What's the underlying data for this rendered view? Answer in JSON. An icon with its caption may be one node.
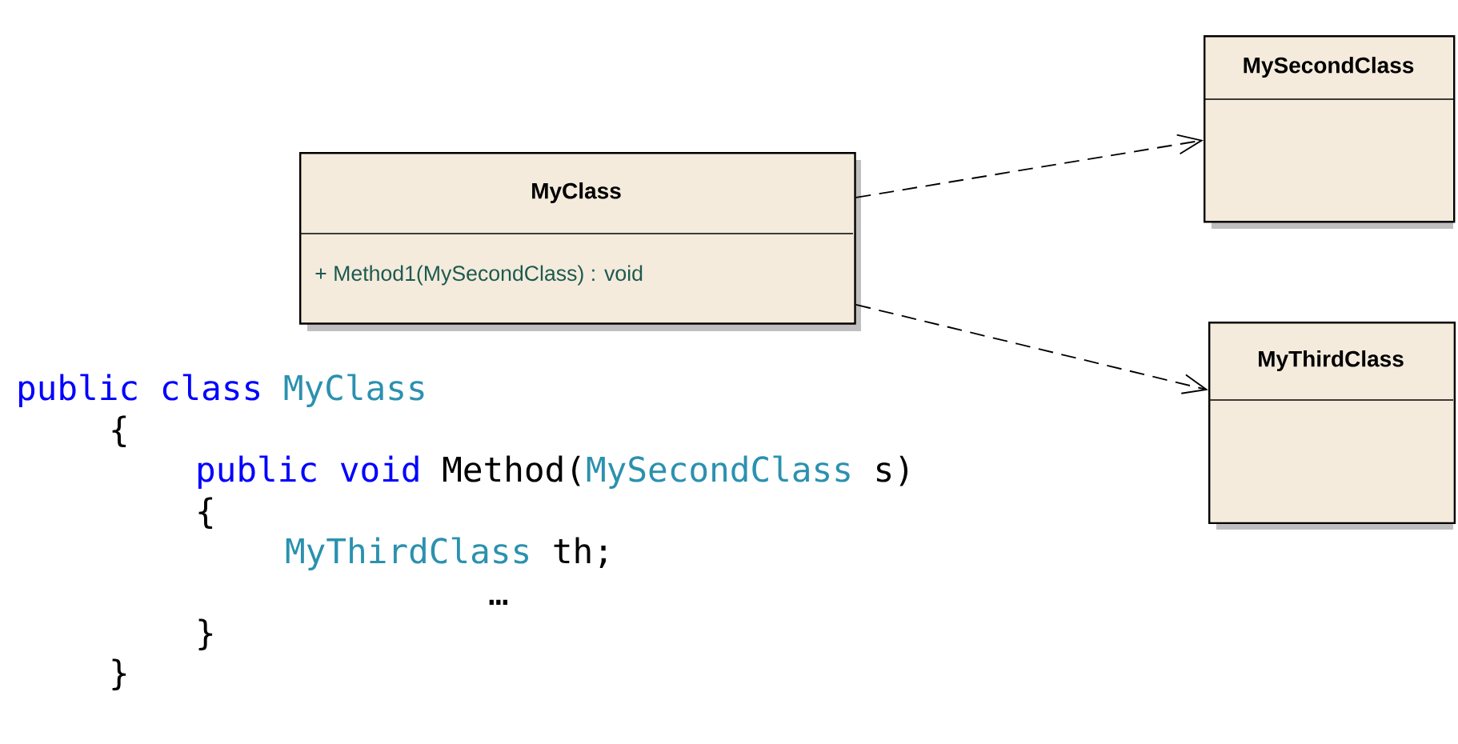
{
  "diagram": {
    "nodes": [
      {
        "text": [
          "MyClass",
          "+ Method1(MySecondClass) : void"
        ]
      },
      {
        "text": [
          "MySecondClass"
        ]
      },
      {
        "text": [
          "MyThirdClass"
        ]
      }
    ],
    "edges": [
      {
        "from": 0,
        "to": 1,
        "arrow": "to",
        "style": "dashed"
      },
      {
        "from": 0,
        "to": 2,
        "arrow": "to",
        "style": "dashed"
      }
    ],
    "labels": [
      "public class",
      "MyClass",
      "{",
      "public void",
      "Method(",
      "MySecondClass",
      "s)",
      "{",
      "MyThirdClass",
      "th;",
      "…",
      "}",
      "}"
    ]
  }
}
